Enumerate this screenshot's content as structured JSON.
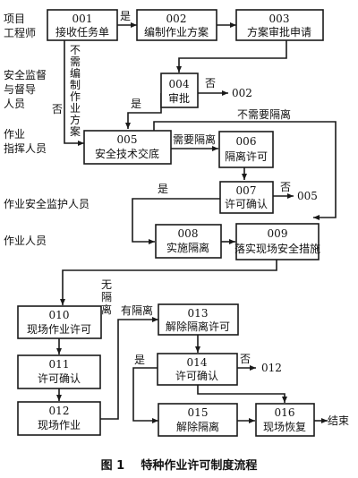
{
  "roles": {
    "project_engineer": [
      "项目",
      "工程师"
    ],
    "safety_supervisor": [
      "安全监督",
      "与督导",
      "人员"
    ],
    "work_commander": [
      "作业",
      "指挥人员"
    ],
    "safety_monitor": "作业安全监护人员",
    "worker": "作业人员"
  },
  "nodes": {
    "n001": {
      "code": "001",
      "label": "接收任务单"
    },
    "n002": {
      "code": "002",
      "label": "编制作业方案"
    },
    "n003": {
      "code": "003",
      "label": "方案审批申请"
    },
    "n004": {
      "code": "004",
      "label": "审批"
    },
    "n005": {
      "code": "005",
      "label": "安全技术交底"
    },
    "n006": {
      "code": "006",
      "label": "隔离许可"
    },
    "n007": {
      "code": "007",
      "label": "许可确认"
    },
    "n008": {
      "code": "008",
      "label": "实施隔离"
    },
    "n009": {
      "code": "009",
      "label": "落实现场安全措施"
    },
    "n010": {
      "code": "010",
      "label": "现场作业许可"
    },
    "n011": {
      "code": "011",
      "label": "许可确认"
    },
    "n012": {
      "code": "012",
      "label": "现场作业"
    },
    "n013": {
      "code": "013",
      "label": "解除隔离许可"
    },
    "n014": {
      "code": "014",
      "label": "许可确认"
    },
    "n015": {
      "code": "015",
      "label": "解除隔离"
    },
    "n016": {
      "code": "016",
      "label": "现场恢复"
    }
  },
  "edge_labels": {
    "yes_001_002": "是",
    "no_001_005": "否",
    "no_plan_needed": [
      "不",
      "需",
      "编",
      "制",
      "作",
      "业",
      "方",
      "案"
    ],
    "no_004": "否",
    "target_002": "002",
    "yes_004": "是",
    "no_isolation_needed": "不需要隔离",
    "need_isolation": "需要隔离",
    "yes_007": "是",
    "no_007": "否",
    "target_005": "005",
    "no_isolation": [
      "无",
      "隔",
      "离"
    ],
    "has_isolation": "有隔离",
    "yes_014": "是",
    "no_014": "否",
    "target_012": "012",
    "end": "结束"
  },
  "caption": "图 1    特种作业许可制度流程"
}
